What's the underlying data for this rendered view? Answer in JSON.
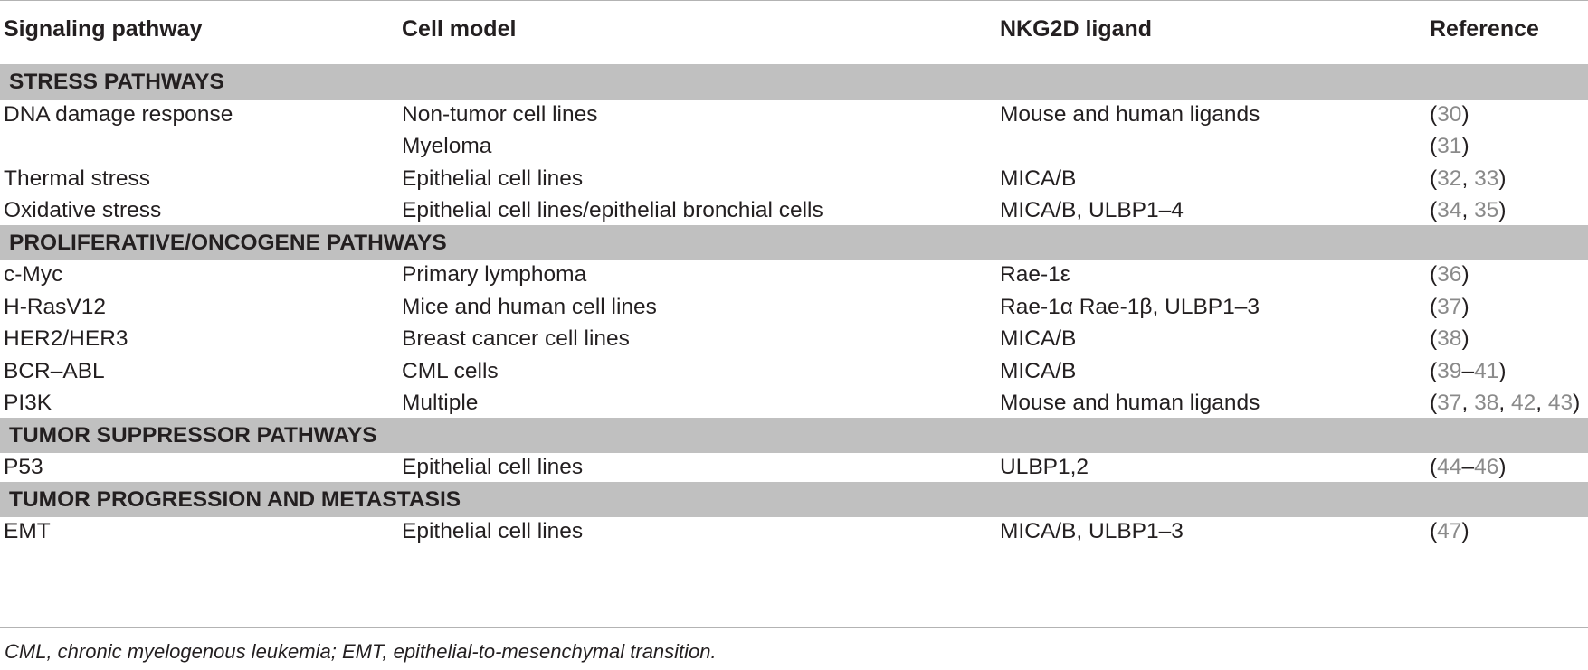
{
  "headers": {
    "pathway": "Signaling pathway",
    "cell_model": "Cell model",
    "ligand": "NKG2D ligand",
    "reference": "Reference"
  },
  "rows": [
    {
      "type": "section",
      "label": "STRESS PATHWAYS"
    },
    {
      "type": "data",
      "pathway": "DNA damage response",
      "cell_model": "Non-tumor cell lines",
      "ligand": "Mouse and human ligands",
      "refs": [
        "30"
      ],
      "sep": [
        ","
      ]
    },
    {
      "type": "data",
      "pathway": "",
      "cell_model": "Myeloma",
      "ligand": "",
      "refs": [
        "31"
      ],
      "sep": [
        ","
      ]
    },
    {
      "type": "data",
      "pathway": "Thermal stress",
      "cell_model": "Epithelial cell lines",
      "ligand": "MICA/B",
      "refs": [
        "32",
        "33"
      ],
      "sep": [
        ","
      ]
    },
    {
      "type": "data",
      "pathway": "Oxidative stress",
      "cell_model": "Epithelial cell lines/epithelial bronchial cells",
      "ligand": "MICA/B, ULBP1–4",
      "refs": [
        "34",
        "35"
      ],
      "sep": [
        ","
      ]
    },
    {
      "type": "section",
      "label": "PROLIFERATIVE/ONCOGENE PATHWAYS"
    },
    {
      "type": "data",
      "pathway": "c-Myc",
      "cell_model": "Primary lymphoma",
      "ligand": "Rae-1ε",
      "refs": [
        "36"
      ],
      "sep": [
        ","
      ]
    },
    {
      "type": "data",
      "pathway": "H-RasV12",
      "cell_model": "Mice and human cell lines",
      "ligand": "Rae-1α Rae-1β, ULBP1–3",
      "refs": [
        "37"
      ],
      "sep": [
        ","
      ]
    },
    {
      "type": "data",
      "pathway": "HER2/HER3",
      "cell_model": "Breast cancer cell lines",
      "ligand": "MICA/B",
      "refs": [
        "38"
      ],
      "sep": [
        ","
      ]
    },
    {
      "type": "data",
      "pathway": "BCR–ABL",
      "cell_model": "CML cells",
      "ligand": "MICA/B",
      "refs": [
        "39",
        "41"
      ],
      "sep": [
        "–"
      ]
    },
    {
      "type": "data",
      "pathway": "PI3K",
      "cell_model": "Multiple",
      "ligand": "Mouse and human ligands",
      "refs": [
        "37",
        "38",
        "42",
        "43"
      ],
      "sep": [
        ","
      ]
    },
    {
      "type": "section",
      "label": "TUMOR SUPPRESSOR PATHWAYS"
    },
    {
      "type": "data",
      "pathway": "P53",
      "cell_model": "Epithelial cell lines",
      "ligand": "ULBP1,2",
      "refs": [
        "44",
        "46"
      ],
      "sep": [
        "–"
      ]
    },
    {
      "type": "section",
      "label": "TUMOR PROGRESSION AND METASTASIS"
    },
    {
      "type": "data",
      "pathway": "EMT",
      "cell_model": "Epithelial cell lines",
      "ligand": "MICA/B, ULBP1–3",
      "refs": [
        "47"
      ],
      "sep": [
        ","
      ]
    }
  ],
  "footnote": "CML, chronic myelogenous leukemia; EMT, epithelial-to-mesenchymal transition.",
  "colors": {
    "section_band": "#c0c0c0",
    "reference_number": "#8a8a8a",
    "rule": "#b3b3b3",
    "text": "#231f20"
  }
}
